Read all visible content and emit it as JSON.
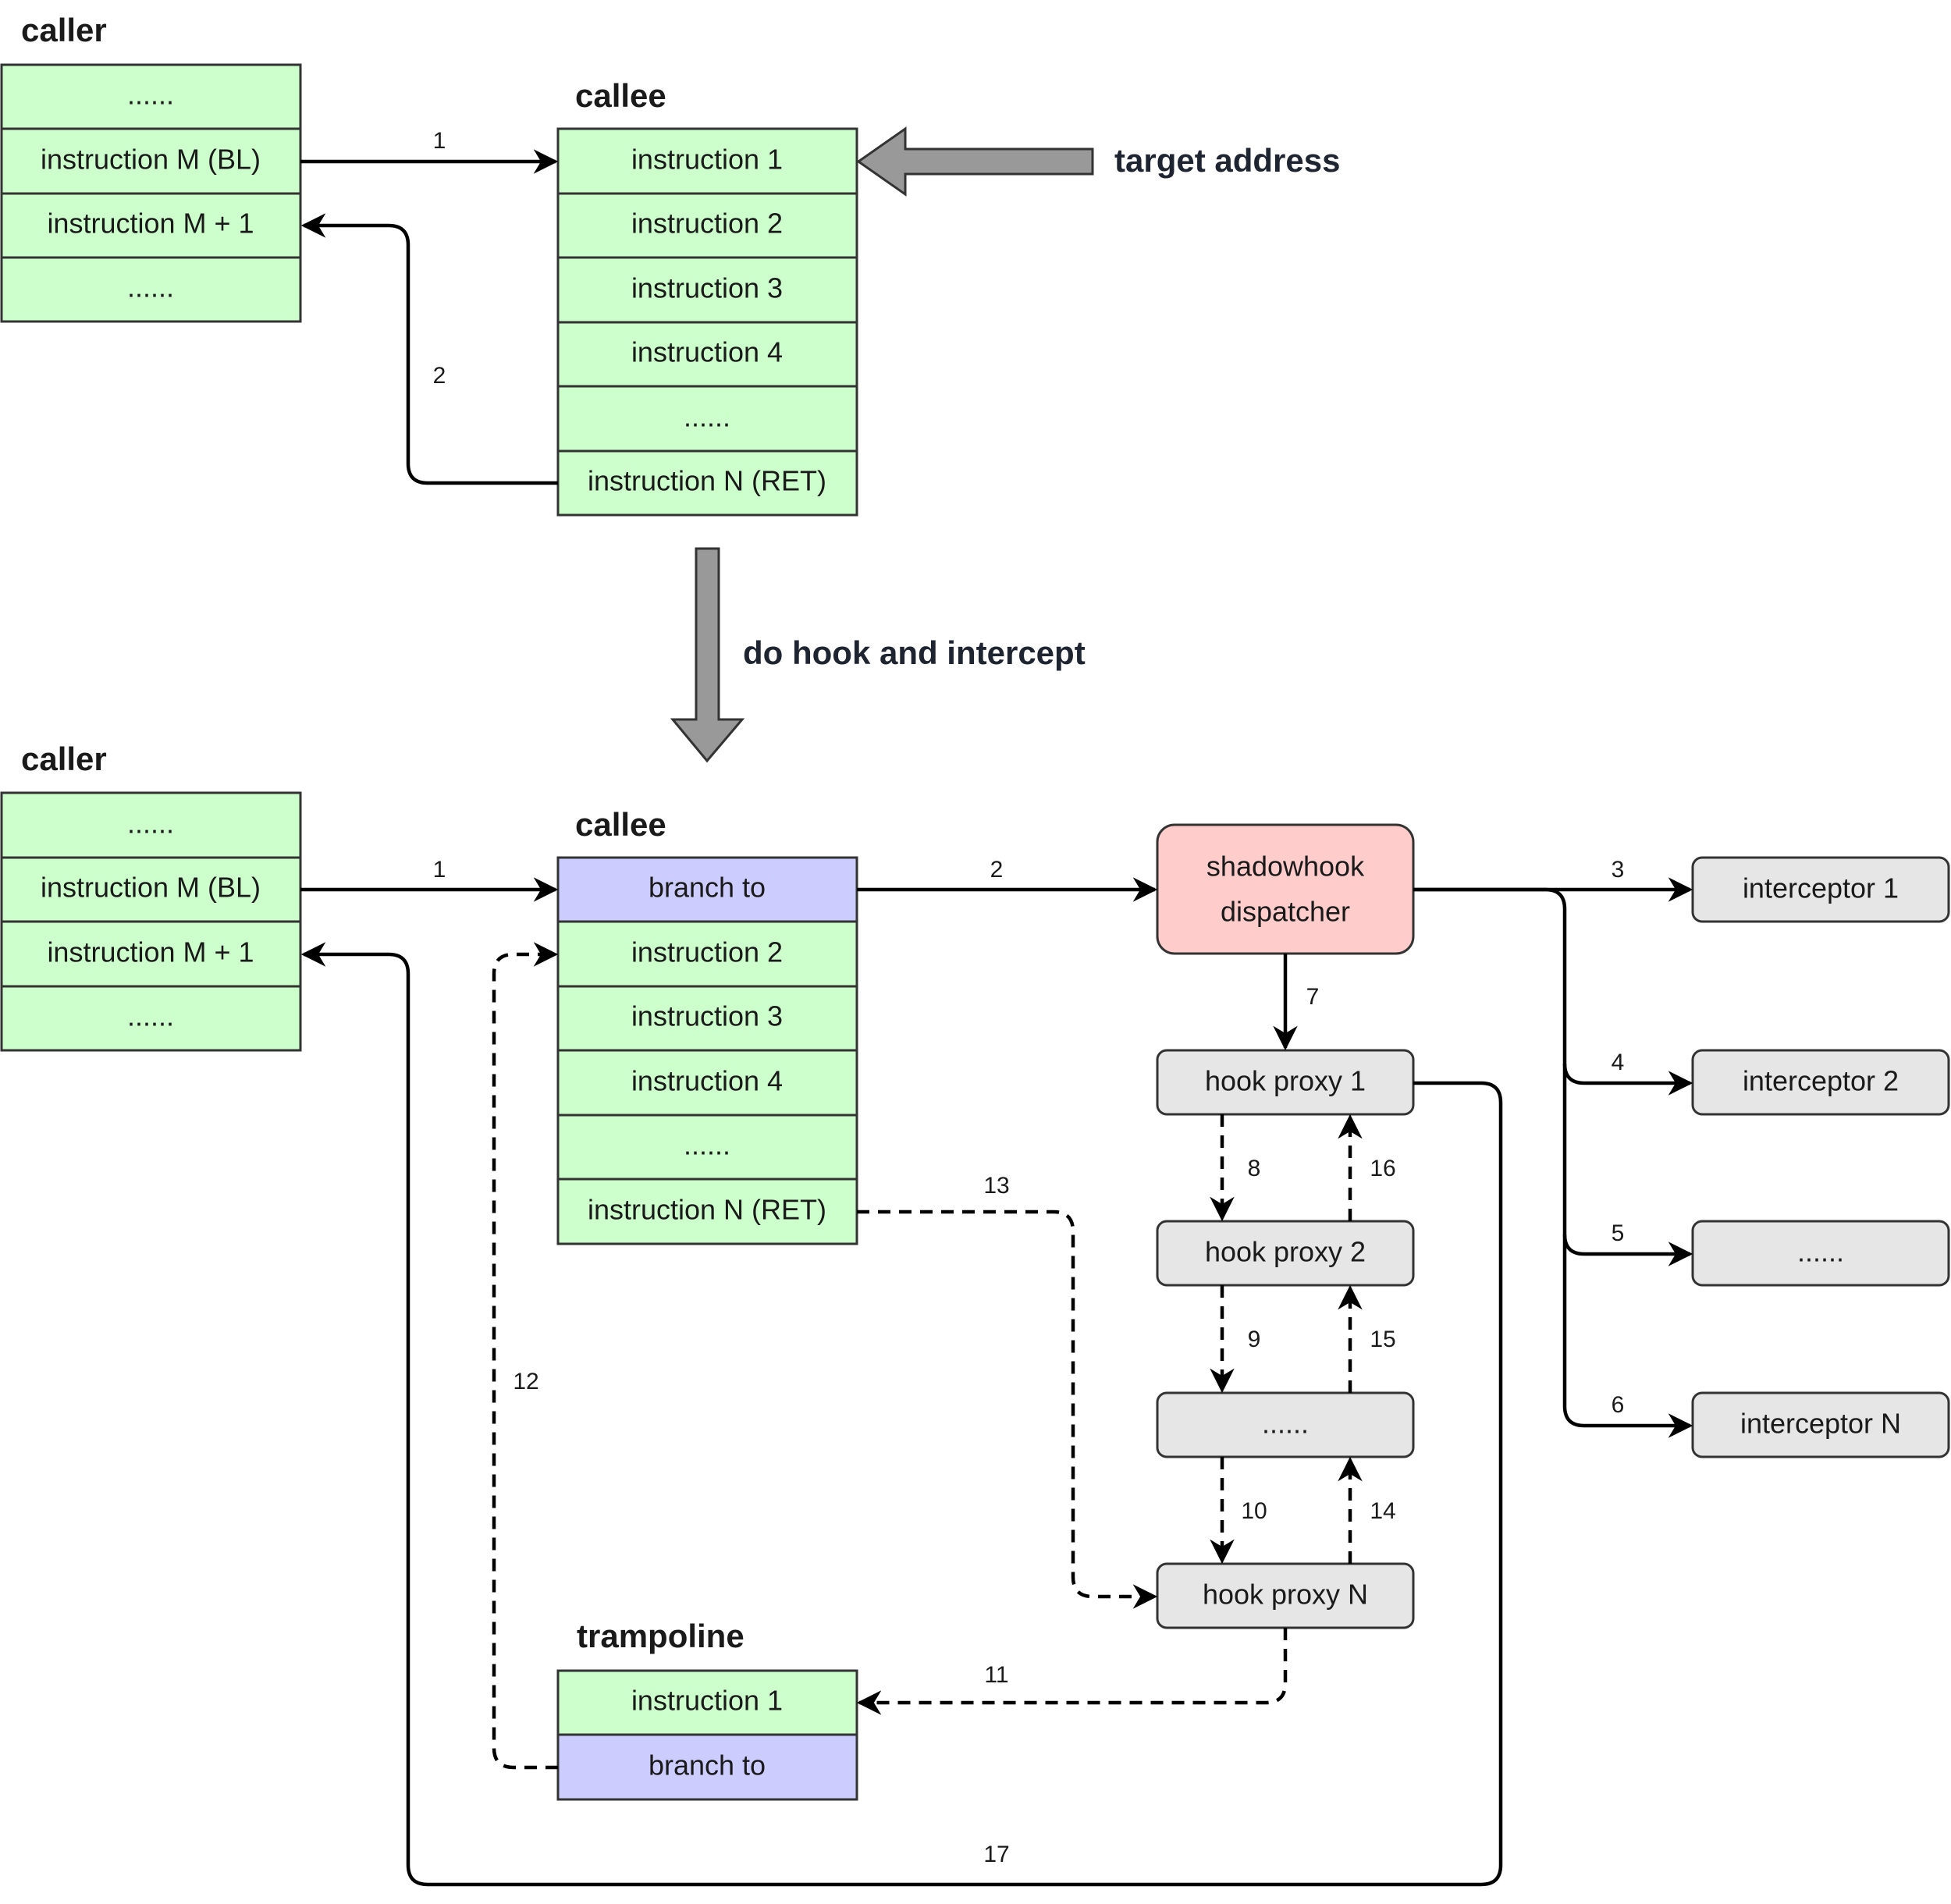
{
  "colors": {
    "instruction_cell": "#ccffcc",
    "branch_cell": "#ccccff",
    "dispatcher": "#ffcccc",
    "proxy": "#e6e6e6",
    "big_arrow": "#999999"
  },
  "top": {
    "caller": {
      "title": "caller",
      "rows": [
        "......",
        "instruction M (BL)",
        "instruction M + 1",
        "......"
      ]
    },
    "callee": {
      "title": "callee",
      "rows": [
        "instruction 1",
        "instruction 2",
        "instruction 3",
        "instruction 4",
        "......",
        "instruction N (RET)"
      ]
    },
    "target_label": "target address",
    "edge_labels": {
      "call": "1",
      "return": "2"
    }
  },
  "transition_label": "do hook and intercept",
  "bottom": {
    "caller": {
      "title": "caller",
      "rows": [
        "......",
        "instruction M (BL)",
        "instruction M + 1",
        "......"
      ]
    },
    "callee": {
      "title": "callee",
      "rows": [
        "branch to",
        "instruction 2",
        "instruction 3",
        "instruction 4",
        "......",
        "instruction N (RET)"
      ]
    },
    "dispatcher": {
      "line1": "shadowhook",
      "line2": "dispatcher"
    },
    "hook_proxies": [
      "hook proxy 1",
      "hook proxy 2",
      "......",
      "hook proxy N"
    ],
    "interceptors": [
      "interceptor 1",
      "interceptor 2",
      "......",
      "interceptor N"
    ],
    "trampoline": {
      "title": "trampoline",
      "rows": [
        "instruction 1",
        "branch to"
      ]
    },
    "edge_labels": {
      "e1": "1",
      "e2": "2",
      "e3": "3",
      "e4": "4",
      "e5": "5",
      "e6": "6",
      "e7": "7",
      "e8": "8",
      "e9": "9",
      "e10": "10",
      "e11": "11",
      "e12": "12",
      "e13": "13",
      "e14": "14",
      "e15": "15",
      "e16": "16",
      "e17": "17"
    }
  }
}
